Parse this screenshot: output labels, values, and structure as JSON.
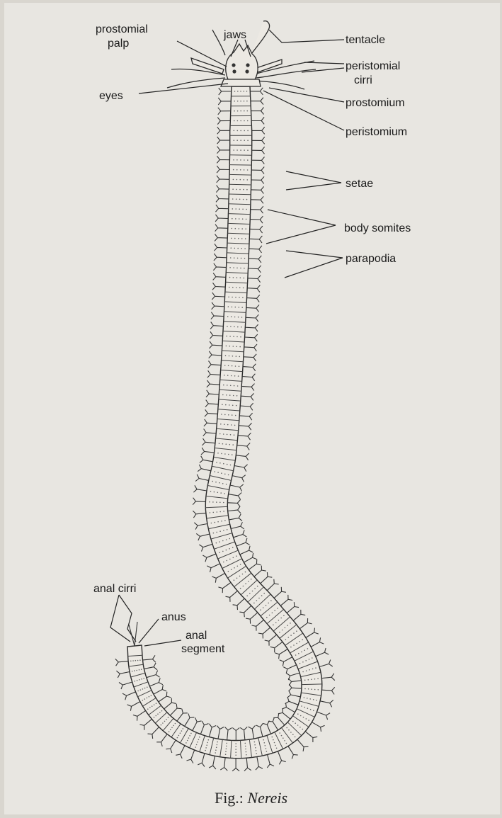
{
  "labels": {
    "prostomial_palp_1": "prostomial",
    "prostomial_palp_2": "palp",
    "jaws": "jaws",
    "tentacle": "tentacle",
    "peristomial_cirri_1": "peristomial",
    "peristomial_cirri_2": "cirri",
    "eyes": "eyes",
    "prostomium": "prostomium",
    "peristomium": "peristomium",
    "setae": "setae",
    "body_somites": "body somites",
    "parapodia": "parapodia",
    "anal_cirri": "anal cirri",
    "anus": "anus",
    "anal_segment_1": "anal",
    "anal_segment_2": "segment"
  },
  "caption": {
    "prefix": "Fig.: ",
    "name": "Nereis"
  }
}
